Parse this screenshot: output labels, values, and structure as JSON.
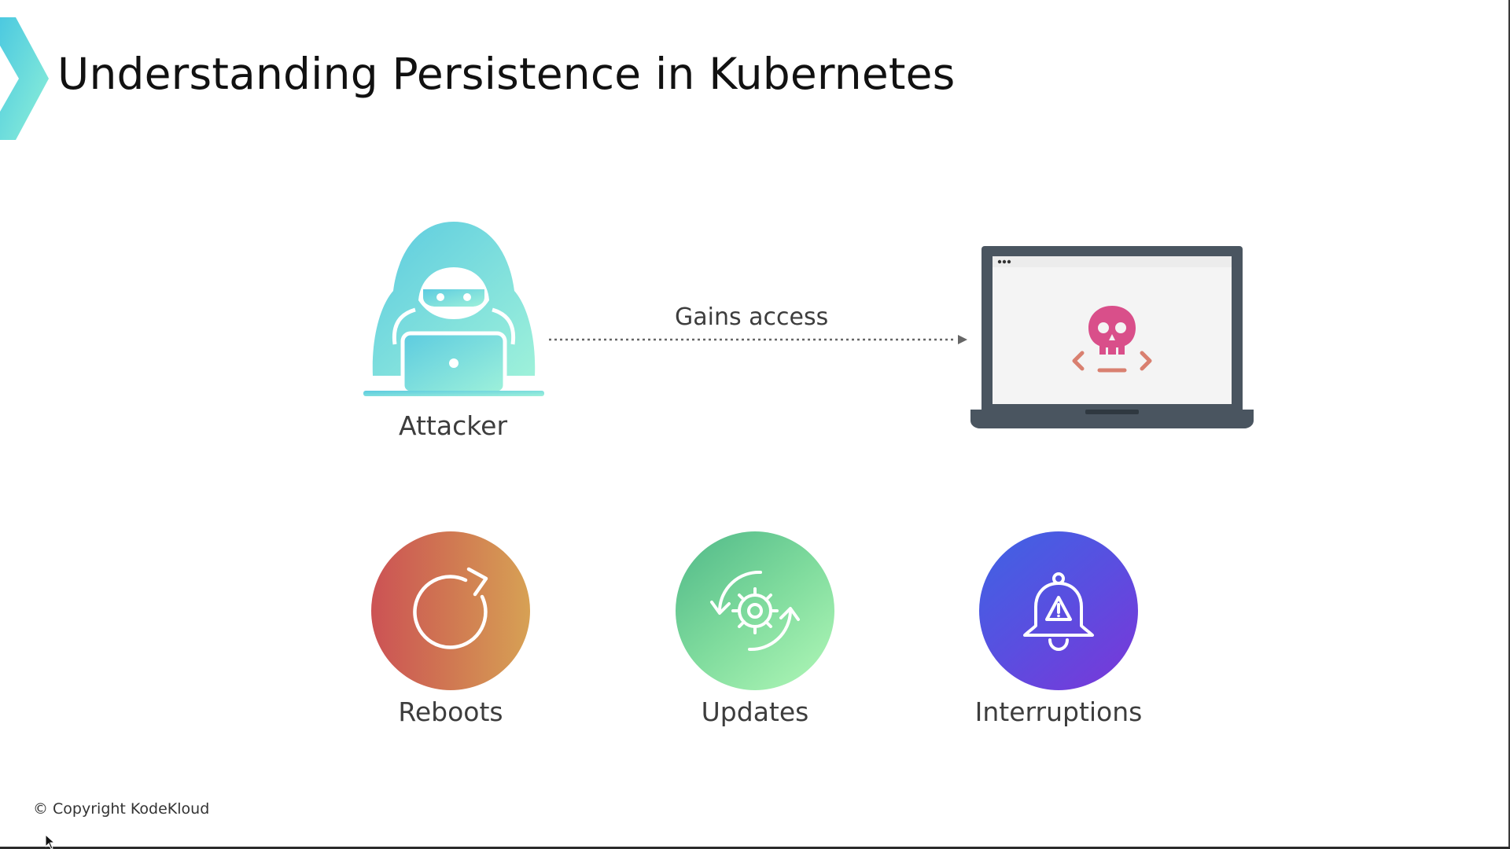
{
  "slide": {
    "title": "Understanding Persistence in Kubernetes",
    "copyright": "© Copyright KodeKloud"
  },
  "diagram": {
    "source": {
      "label": "Attacker",
      "icon": "hooded-hacker-icon"
    },
    "edge": {
      "label": "Gains access",
      "style": "dotted-arrow"
    },
    "target": {
      "icon": "compromised-laptop-icon"
    }
  },
  "factors": [
    {
      "label": "Reboots",
      "icon": "refresh-icon"
    },
    {
      "label": "Updates",
      "icon": "gear-sync-icon"
    },
    {
      "label": "Interruptions",
      "icon": "alert-bell-icon"
    }
  ],
  "colors": {
    "accent_cyan": "#4cc9e0",
    "accent_mint": "#8ef0d8",
    "skull_pink": "#d94f8a",
    "code_orange": "#d98070",
    "laptop_frame": "#4a5560"
  }
}
